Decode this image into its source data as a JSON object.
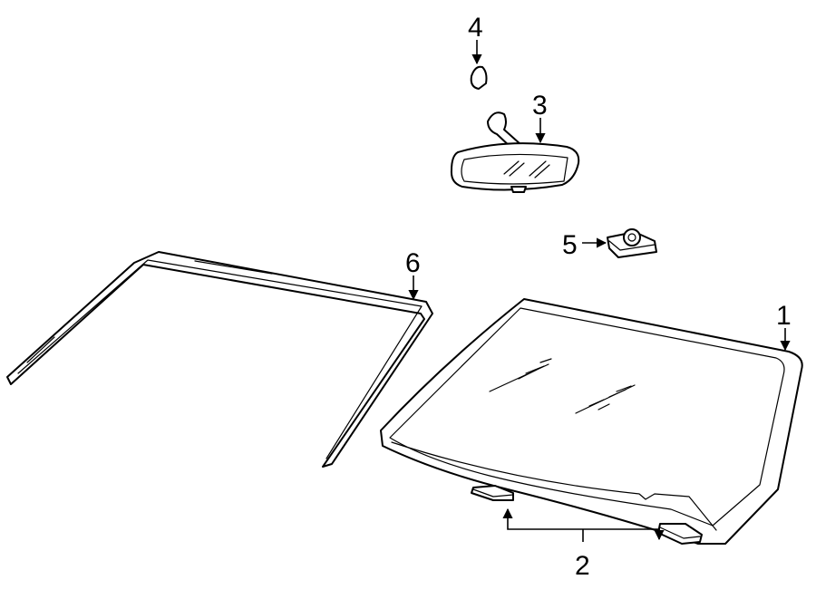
{
  "diagram": {
    "callouts": {
      "windshield": "1",
      "moldings_support": "2",
      "rear_view_mirror": "3",
      "mirror_bracket": "4",
      "sensor": "5",
      "reveal_molding": "6"
    },
    "colors": {
      "line": "#000000",
      "background": "#ffffff"
    }
  }
}
